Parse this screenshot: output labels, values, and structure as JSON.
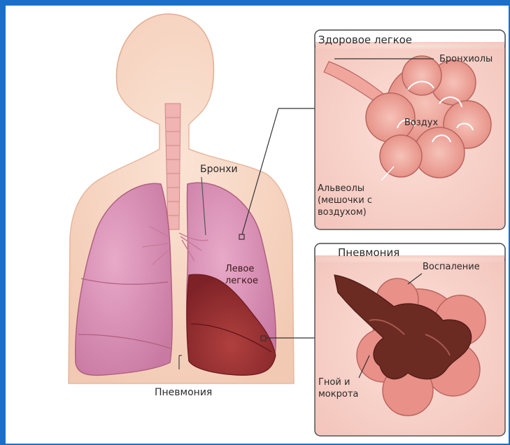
{
  "labels": {
    "bronchi": "Бронхи",
    "left_lung": "Левое\nлегкое",
    "pneumonia_main": "Пневмония",
    "healthy_panel_title": "Здоровое легкое",
    "bronchioles": "Бронхиолы",
    "air": "Воздух",
    "alveoli": "Альвеолы\n(мешочки с\nвоздухом)",
    "pneumonia_panel_title": "Пневмония",
    "inflammation": "Воспаление",
    "pus_sputum": "Гной и\nмокрота"
  },
  "colors": {
    "frame": "#1a6fc9",
    "skin": "#f7d7c4",
    "lung_healthy": "#d98fb4",
    "lung_infected": "#9b2f33",
    "alveoli_healthy": "#f2a49a",
    "pus": "#6b2a22"
  }
}
